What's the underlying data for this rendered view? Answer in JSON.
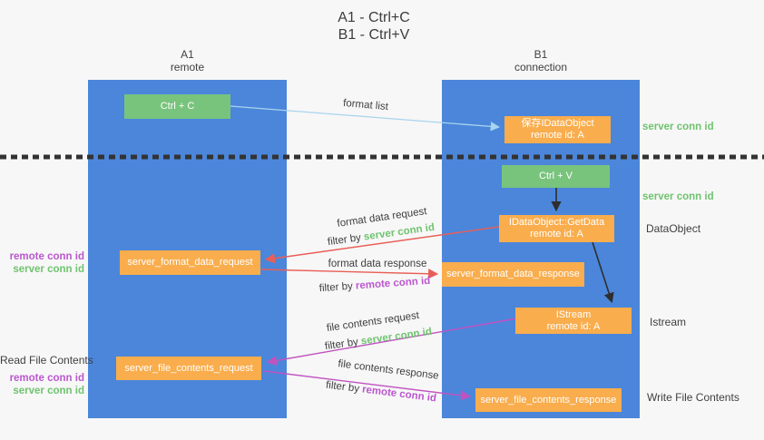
{
  "title": {
    "line1": "A1 - Ctrl+C",
    "line2": "B1 - Ctrl+V"
  },
  "lanes": {
    "a1": {
      "title": "A1",
      "subtitle": "remote"
    },
    "b1": {
      "title": "B1",
      "subtitle": "connection"
    }
  },
  "nodes": {
    "ctrl_c": {
      "label": "Ctrl + C"
    },
    "save_dataobject": {
      "line1": "保存IDataObject",
      "line2": "remote id: A"
    },
    "ctrl_v": {
      "label": "Ctrl + V"
    },
    "getdata": {
      "line1": "IDataObject::GetData",
      "line2": "remote id: A"
    },
    "server_format_data_request": {
      "label": "server_format_data_request"
    },
    "server_format_data_response": {
      "label": "server_format_data_response"
    },
    "istream": {
      "line1": "IStream",
      "line2": "remote id: A"
    },
    "server_file_contents_request": {
      "label": "server_file_contents_request"
    },
    "server_file_contents_response": {
      "label": "server_file_contents_response"
    }
  },
  "flow_labels": {
    "format_list": "format list",
    "format_data_request": "format data request",
    "format_data_response": "format data response",
    "file_contents_request": "file contents request",
    "file_contents_response": "file contents response",
    "filter_by": "filter by ",
    "server_conn_id": "server conn id",
    "remote_conn_id": "remote conn id"
  },
  "side_labels": {
    "server_conn_id": "server conn id",
    "remote_conn_id": "remote conn id",
    "dataobject": "DataObject",
    "istream": "Istream",
    "read_file_contents": "Read File Contents",
    "write_file_contents": "Write File Contents"
  },
  "colors": {
    "lane_blue": "#4b86da",
    "box_green": "#79c47d",
    "box_orange": "#f9ad4d",
    "arrow_lightblue": "#a9d3ee",
    "arrow_red": "#e95f57",
    "arrow_magenta": "#c153c1",
    "arrow_black": "#2e2e2e",
    "divider_black": "#333333",
    "text_green": "#6fc36f",
    "text_purple": "#bb57cf",
    "text_dark": "#3f3f3f"
  }
}
